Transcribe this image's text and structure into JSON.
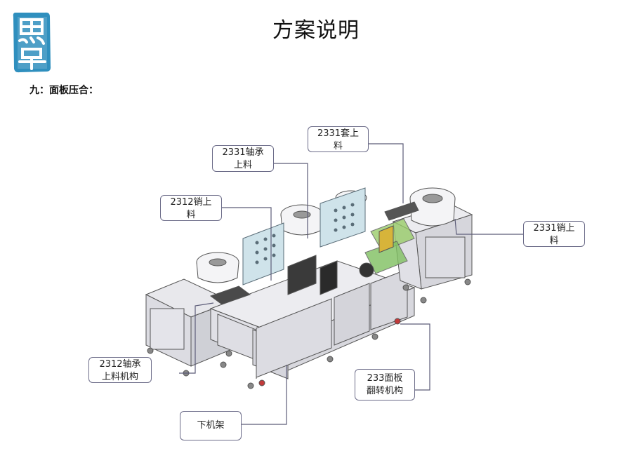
{
  "title": "方案说明",
  "section": "九：面板压合：",
  "logo": {
    "glyphs": "思卓",
    "color": "#2f8fbe"
  },
  "callouts": [
    {
      "id": "2331-bushing-feed",
      "lines": [
        "2331套上",
        "料"
      ]
    },
    {
      "id": "2331-bearing-feed",
      "lines": [
        "2331轴承",
        "上料"
      ]
    },
    {
      "id": "2312-pin-feed",
      "lines": [
        "2312销上",
        "料"
      ]
    },
    {
      "id": "2331-pin-feed",
      "lines": [
        "2331销上",
        "料"
      ]
    },
    {
      "id": "2312-bearing-feed-mechanism",
      "lines": [
        "2312轴承",
        "上料机构"
      ]
    },
    {
      "id": "233-panel-flip-mechanism",
      "lines": [
        "233面板",
        "翻转机构"
      ]
    },
    {
      "id": "lower-frame",
      "lines": [
        "下机架"
      ]
    }
  ]
}
